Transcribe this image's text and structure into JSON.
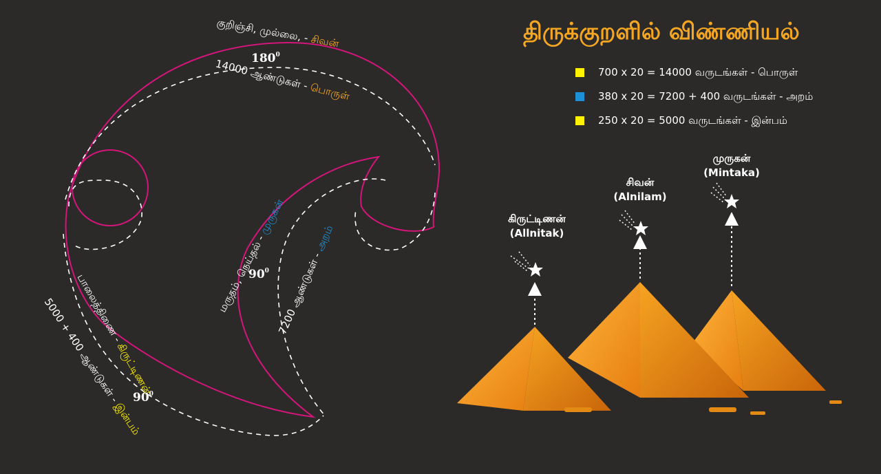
{
  "title": "திருக்குறளில் விண்ணியல்",
  "legend": [
    {
      "text": "700 x 20 = 14000 வருடங்கள் - பொருள்",
      "color": "#fff200"
    },
    {
      "text": "380 x 20 = 7200 + 400 வருடங்கள் - அறம்",
      "color": "#1e90d6"
    },
    {
      "text": "250 x 20 = 5000 வருடங்கள் - இன்பம்",
      "color": "#fff200"
    }
  ],
  "colors": {
    "orange": "#f5a623",
    "blue": "#1e90d6",
    "yellow": "#fff200",
    "magenta": "#d4157a"
  },
  "diagram": {
    "top_outer": {
      "main": "குறிஞ்சி, முல்லை, - ",
      "accent": "சிவன்"
    },
    "deg_top": "180",
    "top_inner": {
      "main": "14000 ஆண்டுகள் - ",
      "accent": "பொருள்"
    },
    "mid_outer": {
      "main": "மருதம், நெய்தல் - ",
      "accent": "முருகன்"
    },
    "mid_inner": {
      "main": "7200 ஆண்டுகள் - ",
      "accent": "அறம்"
    },
    "deg_mid": "90",
    "low_outer": {
      "main": "பாலைத்திணை - ",
      "accent": "கிருட்டிணன்"
    },
    "deg_low": "90",
    "low_inner": {
      "main": "5000 + 400 ஆண்டுகள் - ",
      "accent": "இன்பம்"
    },
    "deg_sup": "0"
  },
  "stars": [
    {
      "name": "கிருட்டிணன்",
      "latin": "(Allnitak)"
    },
    {
      "name": "சிவன்",
      "latin": "(Alnilam)"
    },
    {
      "name": "முருகன்",
      "latin": "(Mintaka)"
    }
  ]
}
